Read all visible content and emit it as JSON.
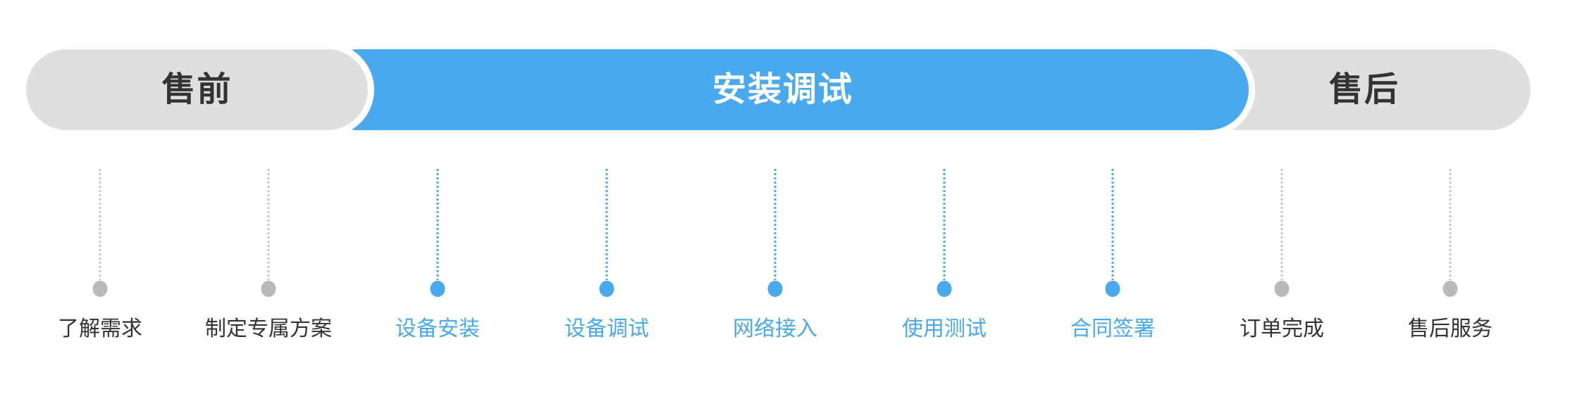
{
  "colors": {
    "accent": "#49a9ef",
    "pill_gray": "#dfdfdf",
    "text_dark": "#333333",
    "dot_gray": "#b9b9b9",
    "dash_gray": "#c9c9c9"
  },
  "phases": [
    {
      "label": "售前",
      "state": "inactive"
    },
    {
      "label": "安装调试",
      "state": "active"
    },
    {
      "label": "售后",
      "state": "inactive"
    }
  ],
  "steps": [
    {
      "label": "了解需求",
      "active": false
    },
    {
      "label": "制定专属方案",
      "active": false
    },
    {
      "label": "设备安装",
      "active": true
    },
    {
      "label": "设备调试",
      "active": true
    },
    {
      "label": "网络接入",
      "active": true
    },
    {
      "label": "使用测试",
      "active": true
    },
    {
      "label": "合同签署",
      "active": true
    },
    {
      "label": "订单完成",
      "active": false
    },
    {
      "label": "售后服务",
      "active": false
    }
  ]
}
